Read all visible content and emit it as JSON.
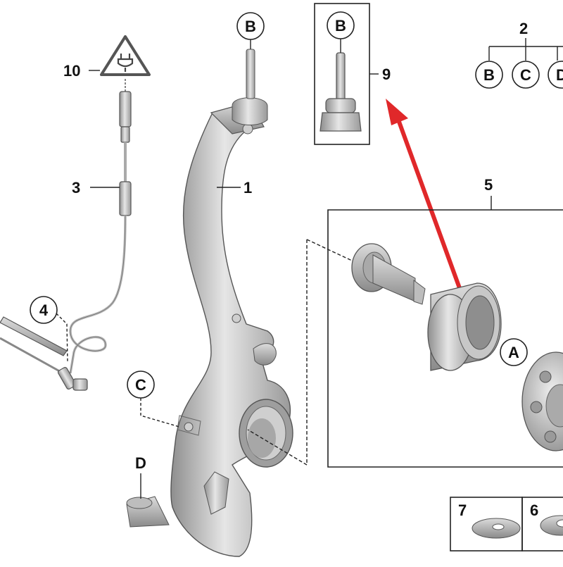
{
  "callouts": {
    "part_1": "1",
    "part_2": "2",
    "part_3": "3",
    "part_4": "4",
    "part_5": "5",
    "part_6": "6",
    "part_7": "7",
    "part_9": "9",
    "part_10": "10"
  },
  "circle_labels": {
    "b_top": "B",
    "b_box9": "B",
    "b_group2": "B",
    "c_group2": "C",
    "d_group2": "D",
    "a_bearing": "A",
    "c_knuckle": "C",
    "d_knuckle": "D"
  },
  "colors": {
    "arrow": "#e0282a",
    "metal_light": "#d9d9d9",
    "metal_dark": "#8c8c8c",
    "line": "#222222"
  },
  "icons": {
    "warning_triangle": "electrical-plug-warning-icon"
  }
}
